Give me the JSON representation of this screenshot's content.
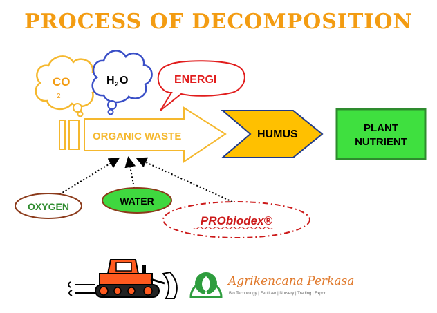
{
  "title": "PROCESS OF DECOMPOSITION",
  "labels": {
    "co2_main": "CO",
    "co2_sub": "2",
    "h2o_h": "H",
    "h2o_sub": "2",
    "h2o_o": "O",
    "energi": "ENERGI",
    "organic_waste": "ORGANIC WASTE",
    "humus": "HUMUS",
    "plant_nutrient_line1": "PLANT",
    "plant_nutrient_line2": "NUTRIENT",
    "oxygen": "OXYGEN",
    "water": "WATER",
    "probiodex": "PRObiodex®"
  },
  "logo": {
    "name": "Agrikencana Perkasa",
    "tagline": "Bio Technology | Fertilizer | Nursery | Trading | Export"
  },
  "colors": {
    "title": "#f39c12",
    "arrow_outline": "#f5b82e",
    "humus_fill": "#ffc000",
    "nutrient_fill": "#3fe03f",
    "nutrient_border": "#2e8b2e",
    "energi_red": "#e11d1d",
    "water_green": "#3fd83f",
    "oxygen_border": "#8b3a1a",
    "oxygen_text": "#2e8b2e",
    "probiodex_red": "#cc1a1a",
    "bulldozer_orange": "#ff5a1f",
    "logo_green": "#2e9d3e",
    "logo_orange": "#e0782a"
  },
  "icons": [
    "cloud-co2-icon",
    "cloud-h2o-icon",
    "bulldozer-icon",
    "agrikencana-leaf-logo-icon"
  ]
}
